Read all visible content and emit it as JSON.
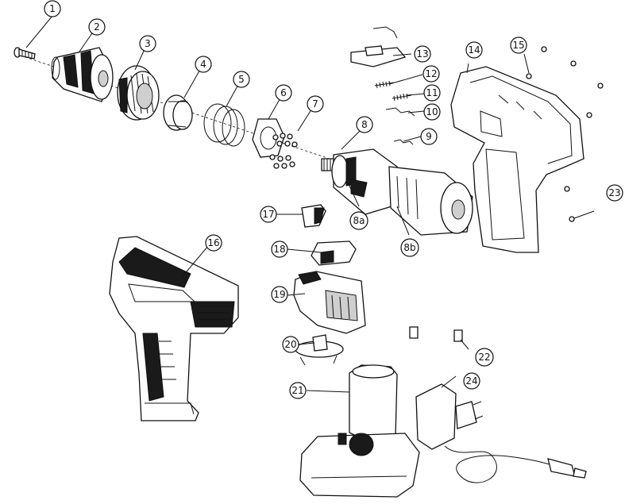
{
  "callouts": [
    {
      "id": "c1",
      "label": "1"
    },
    {
      "id": "c2",
      "label": "2"
    },
    {
      "id": "c3",
      "label": "3"
    },
    {
      "id": "c4",
      "label": "4"
    },
    {
      "id": "c5",
      "label": "5"
    },
    {
      "id": "c6",
      "label": "6"
    },
    {
      "id": "c7",
      "label": "7"
    },
    {
      "id": "c8",
      "label": "8"
    },
    {
      "id": "c8a",
      "label": "8a"
    },
    {
      "id": "c8b",
      "label": "8b"
    },
    {
      "id": "c9",
      "label": "9"
    },
    {
      "id": "c10",
      "label": "10"
    },
    {
      "id": "c11",
      "label": "11"
    },
    {
      "id": "c12",
      "label": "12"
    },
    {
      "id": "c13",
      "label": "13"
    },
    {
      "id": "c14",
      "label": "14"
    },
    {
      "id": "c15",
      "label": "15"
    },
    {
      "id": "c16",
      "label": "16"
    },
    {
      "id": "c17",
      "label": "17"
    },
    {
      "id": "c18",
      "label": "18"
    },
    {
      "id": "c19",
      "label": "19"
    },
    {
      "id": "c20",
      "label": "20"
    },
    {
      "id": "c21",
      "label": "21"
    },
    {
      "id": "c22",
      "label": "22"
    },
    {
      "id": "c23",
      "label": "23"
    },
    {
      "id": "c24",
      "label": "24"
    }
  ]
}
